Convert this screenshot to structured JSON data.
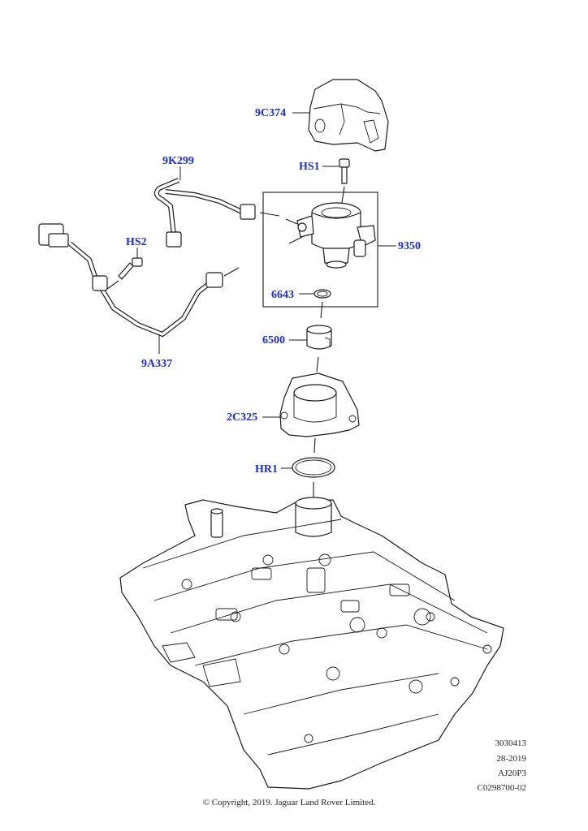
{
  "callouts": {
    "cover": "9C374",
    "bolt_hs1": "HS1",
    "feed_tube": "9K299",
    "bolt_hs2": "HS2",
    "pump": "9350",
    "seal_6643": "6643",
    "follower": "6500",
    "housing": "2C325",
    "oring": "HR1",
    "supply_tube": "9A337"
  },
  "reference": {
    "line1": "3030413",
    "line2": "28-2019",
    "line3": "AJ20P3",
    "line4": "C0298700-02"
  },
  "copyright": "© Copyright, 2019. Jaguar Land Rover Limited."
}
